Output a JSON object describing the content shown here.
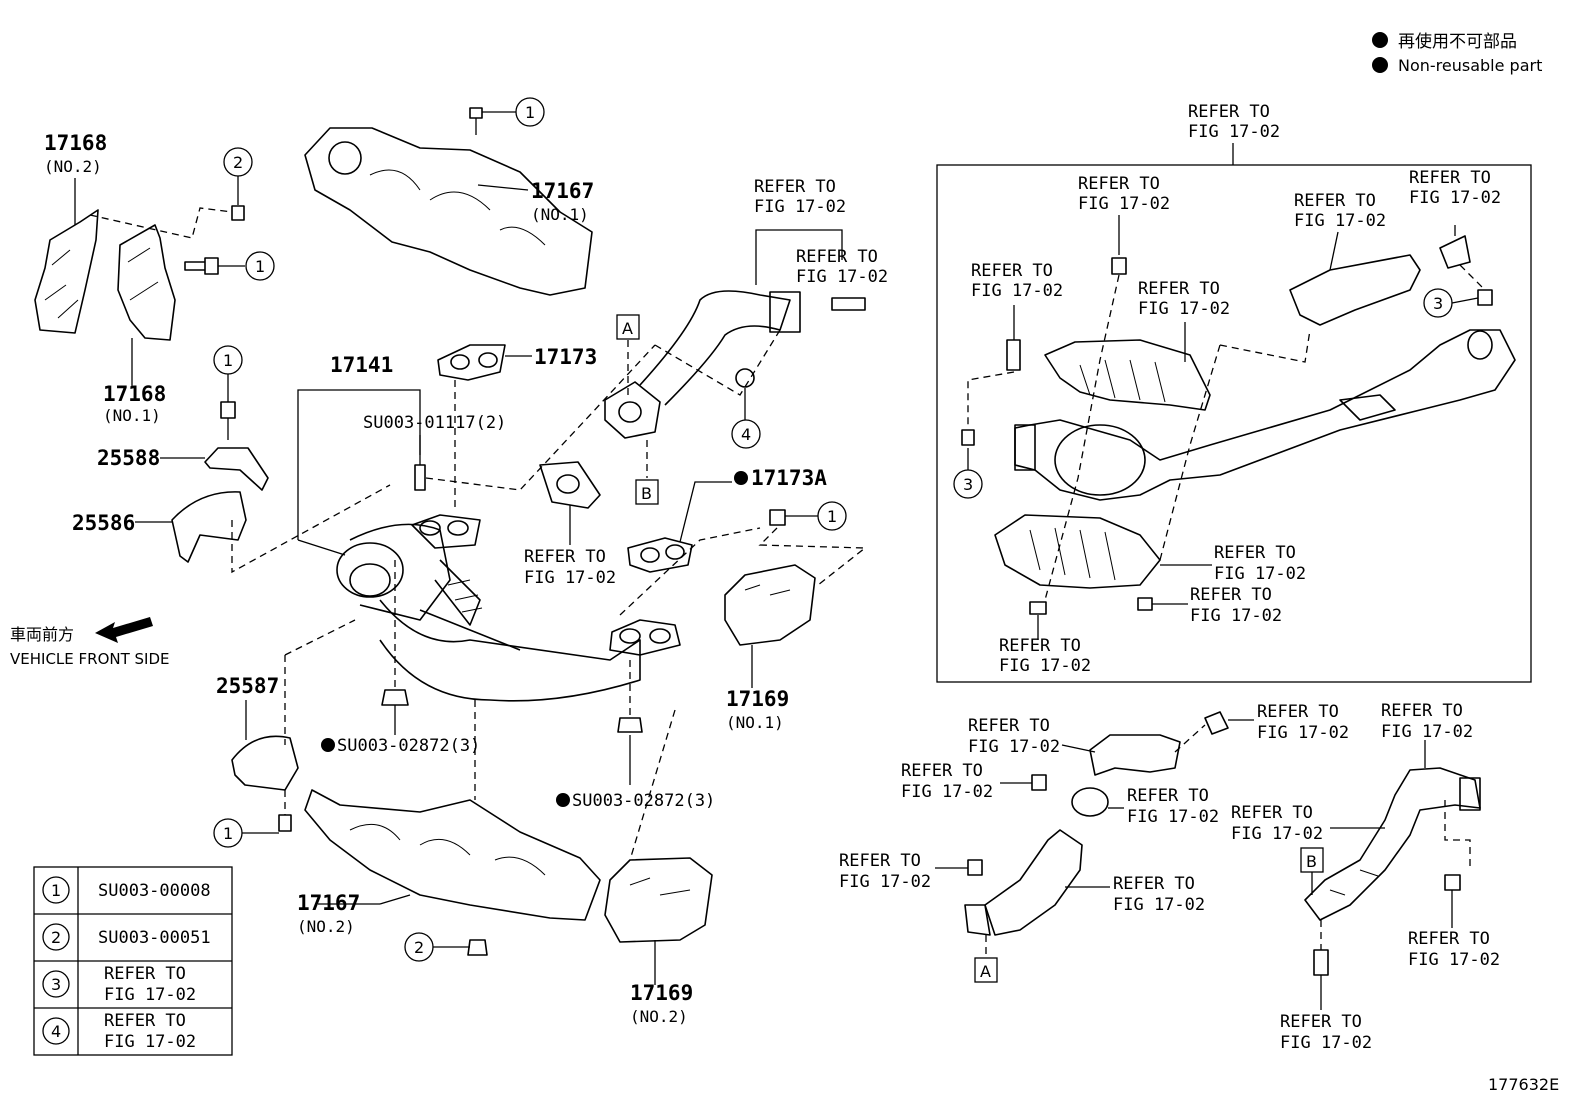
{
  "legend": {
    "jp": "再使用不可部品",
    "en": "Non-reusable part"
  },
  "vehicle_front": {
    "jp": "車両前方",
    "en": "VEHICLE FRONT SIDE"
  },
  "parts": {
    "p17168_no2": {
      "num": "17168",
      "sub": "(NO.2)"
    },
    "p17168_no1": {
      "num": "17168",
      "sub": "(NO.1)"
    },
    "p17167_no1": {
      "num": "17167",
      "sub": "(NO.1)"
    },
    "p17167_no2": {
      "num": "17167",
      "sub": "(NO.2)"
    },
    "p17169_no1": {
      "num": "17169",
      "sub": "(NO.1)"
    },
    "p17169_no2": {
      "num": "17169",
      "sub": "(NO.2)"
    },
    "p17141": "17141",
    "p17173": "17173",
    "p17173a": "17173A",
    "p25588": "25588",
    "p25586": "25586",
    "p25587": "25587",
    "su_01117": "SU003-01117(2)",
    "su_02872_left": "SU003-02872(3)",
    "su_02872_right": "SU003-02872(3)"
  },
  "refer": {
    "line1": "REFER TO",
    "line2": "FIG 17-02"
  },
  "callouts": {
    "c1": "1",
    "c2": "2",
    "c3": "3",
    "c4": "4",
    "boxA": "A",
    "boxB": "B"
  },
  "table": [
    {
      "num": "1",
      "line1": "SU003-00008",
      "line2": ""
    },
    {
      "num": "2",
      "line1": "SU003-00051",
      "line2": ""
    },
    {
      "num": "3",
      "line1": "REFER TO",
      "line2": "FIG 17-02"
    },
    {
      "num": "4",
      "line1": "REFER TO",
      "line2": "FIG 17-02"
    }
  ],
  "figure_id": "177632E"
}
